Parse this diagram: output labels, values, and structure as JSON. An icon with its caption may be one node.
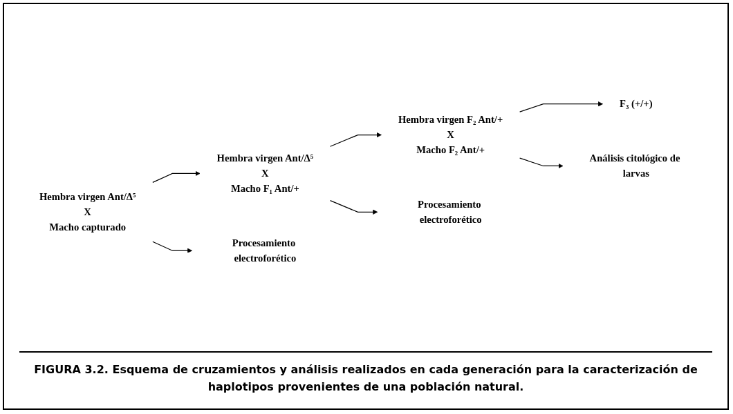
{
  "diagram": {
    "caption": "FIGURA 3.2. Esquema de cruzamientos y análisis realizados en cada generación para la caracterización de haplotipos provenientes de una población natural.",
    "nodes": [
      {
        "text": [
          "Hembra virgen Ant/Δ⁵",
          "X",
          "Macho capturado"
        ]
      },
      {
        "text": [
          "Hembra virgen Ant/Δ⁵",
          "X",
          "Macho F₁ Ant/+"
        ]
      },
      {
        "text": [
          "Hembra virgen F₂ Ant/+",
          "X",
          "Macho F₂ Ant/+"
        ]
      },
      {
        "text": [
          "F₃ (+/+)"
        ]
      },
      {
        "text": [
          "Procesamiento electroforético"
        ]
      },
      {
        "text": [
          "Procesamiento electroforético"
        ]
      },
      {
        "text": [
          "Análisis citológico de larvas"
        ]
      }
    ],
    "edges": [
      {
        "from": 0,
        "to": 1,
        "arrow": "to"
      },
      {
        "from": 1,
        "to": 2,
        "arrow": "to"
      },
      {
        "from": 2,
        "to": 3,
        "arrow": "to"
      },
      {
        "from": 0,
        "to": 4,
        "arrow": "to"
      },
      {
        "from": 1,
        "to": 5,
        "arrow": "to"
      },
      {
        "from": 2,
        "to": 6,
        "arrow": "to"
      }
    ]
  }
}
